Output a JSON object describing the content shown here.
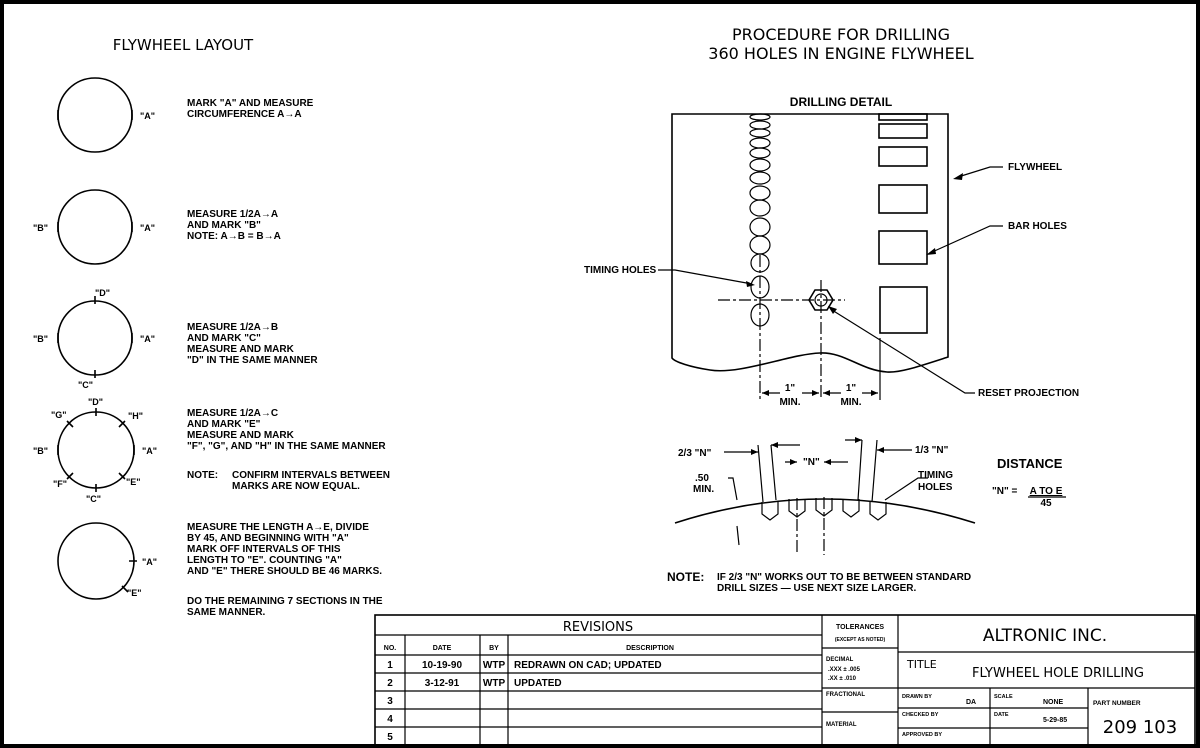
{
  "layout": {
    "title": "FLYWHEEL LAYOUT",
    "steps": [
      {
        "lines": [
          "MARK \"A\" AND MEASURE",
          "CIRCUMFERENCE A→A"
        ],
        "marks": [
          "\"A\""
        ]
      },
      {
        "lines": [
          "MEASURE 1/2A→A",
          "AND MARK \"B\"",
          "NOTE: A→B = B→A"
        ],
        "marks": [
          "\"A\"",
          "\"B\""
        ]
      },
      {
        "lines": [
          "MEASURE 1/2A→B",
          "AND MARK \"C\"",
          "MEASURE AND MARK",
          "\"D\" IN THE SAME MANNER"
        ],
        "marks": [
          "\"A\"",
          "\"B\"",
          "\"C\"",
          "\"D\""
        ]
      },
      {
        "lines": [
          "MEASURE 1/2A→C",
          "AND MARK \"E\"",
          "MEASURE AND MARK",
          "\"F\", \"G\", AND \"H\" IN THE SAME MANNER"
        ],
        "note_label": "NOTE:",
        "note_lines": [
          "CONFIRM INTERVALS BETWEEN",
          "MARKS ARE NOW EQUAL."
        ],
        "marks": [
          "\"A\"",
          "\"B\"",
          "\"C\"",
          "\"D\"",
          "\"E\"",
          "\"F\"",
          "\"G\"",
          "\"H\""
        ]
      },
      {
        "lines": [
          "MEASURE THE LENGTH A→E, DIVIDE",
          "BY 45, AND BEGINNING WITH \"A\"",
          "MARK OFF INTERVALS OF THIS",
          "LENGTH TO \"E\".  COUNTING \"A\"",
          "AND \"E\" THERE SHOULD BE 46 MARKS."
        ],
        "extra_lines": [
          "DO THE REMAINING 7 SECTIONS IN THE",
          "SAME MANNER."
        ],
        "marks": [
          "\"A\"",
          "\"E\""
        ]
      }
    ]
  },
  "procedure": {
    "title_line1": "PROCEDURE FOR DRILLING",
    "title_line2": "360 HOLES IN ENGINE FLYWHEEL"
  },
  "drilling_detail": {
    "title": "DRILLING DETAIL",
    "labels": {
      "flywheel": "FLYWHEEL",
      "bar_holes": "BAR HOLES",
      "timing_holes": "TIMING HOLES",
      "reset_projection": "RESET PROJECTION"
    },
    "dim1": "1\"",
    "dim1_min": "MIN.",
    "dim2": "1\"",
    "dim2_min": "MIN."
  },
  "spacing_detail": {
    "two_thirds_n": "2/3 \"N\"",
    "n": "\"N\"",
    "one_third_n": "1/3 \"N\"",
    "min_depth": ".50",
    "min_depth_label": "MIN.",
    "timing_holes_line1": "TIMING",
    "timing_holes_line2": "HOLES",
    "distance_title": "DISTANCE",
    "formula_lhs": "\"N\" =",
    "formula_num": "A TO E",
    "formula_den": "45"
  },
  "note": {
    "label": "NOTE:",
    "line1": "IF 2/3 \"N\" WORKS OUT TO BE BETWEEN STANDARD",
    "line2": "DRILL SIZES — USE NEXT SIZE LARGER."
  },
  "title_block": {
    "revisions_title": "REVISIONS",
    "columns": [
      "NO.",
      "DATE",
      "BY",
      "DESCRIPTION"
    ],
    "rows": [
      {
        "no": "1",
        "date": "10-19-90",
        "by": "WTP",
        "description": "REDRAWN ON CAD; UPDATED"
      },
      {
        "no": "2",
        "date": "3-12-91",
        "by": "WTP",
        "description": "UPDATED"
      },
      {
        "no": "3",
        "date": "",
        "by": "",
        "description": ""
      },
      {
        "no": "4",
        "date": "",
        "by": "",
        "description": ""
      },
      {
        "no": "5",
        "date": "",
        "by": "",
        "description": ""
      }
    ],
    "tolerances": "TOLERANCES",
    "tolerances_sub": "(EXCEPT AS NOTED)",
    "decimal": "DECIMAL",
    "decimal_xxx": ".XXX  ± .005",
    "decimal_xx": ".XX   ± .010",
    "fractional": "FRACTIONAL",
    "material": "MATERIAL",
    "company": "ALTRONIC INC.",
    "title_label": "TITLE",
    "title_value": "FLYWHEEL HOLE DRILLING",
    "drawn_by_label": "DRAWN BY",
    "drawn_by": "DA",
    "scale_label": "SCALE",
    "scale": "NONE",
    "checked_by_label": "CHECKED BY",
    "date_label": "DATE",
    "date": "5-29-85",
    "approved_by_label": "APPROVED BY",
    "part_number_label": "PART NUMBER",
    "part_number": "209 103"
  }
}
